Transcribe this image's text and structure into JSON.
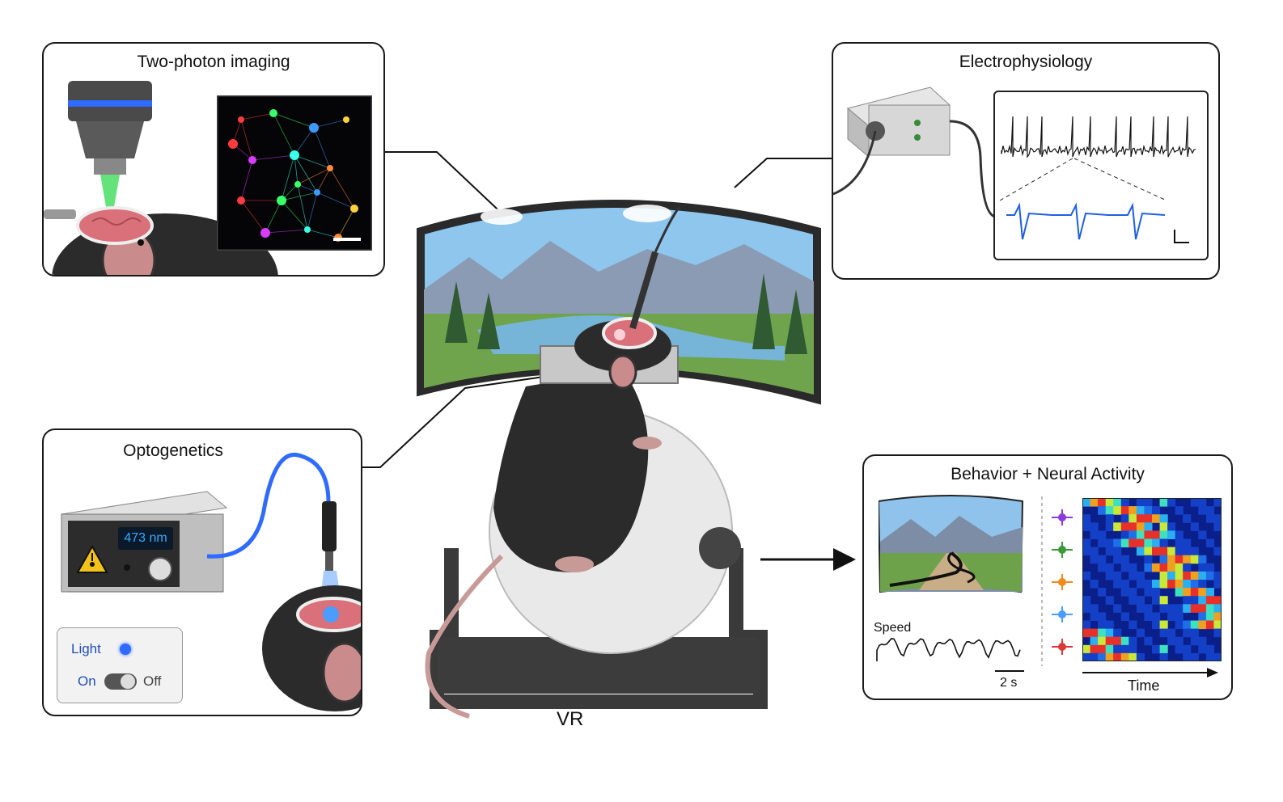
{
  "panels": {
    "two_photon": {
      "title": "Two-photon imaging"
    },
    "ephys": {
      "title": "Electrophysiology"
    },
    "opto": {
      "title": "Optogenetics",
      "wavelength": "473 nm",
      "light_label": "Light",
      "on_label": "On",
      "off_label": "Off"
    },
    "behavior": {
      "title": "Behavior + Neural Activity",
      "speed_label": "Speed",
      "scale_label": "2 s",
      "time_label": "Time"
    }
  },
  "center": {
    "vr_label": "VR"
  },
  "colors": {
    "laser_blue": "#2f6bff",
    "trace_blue": "#1f5fe0",
    "beam_green": "#3ddc5a",
    "mouse_fur": "#2b2b2b",
    "brain_pink": "#d9707a"
  },
  "icons": [
    "laser-warning-icon",
    "microscope-objective-icon",
    "amplifier-icon",
    "fiber-optic-icon",
    "toggle-switch-icon"
  ]
}
